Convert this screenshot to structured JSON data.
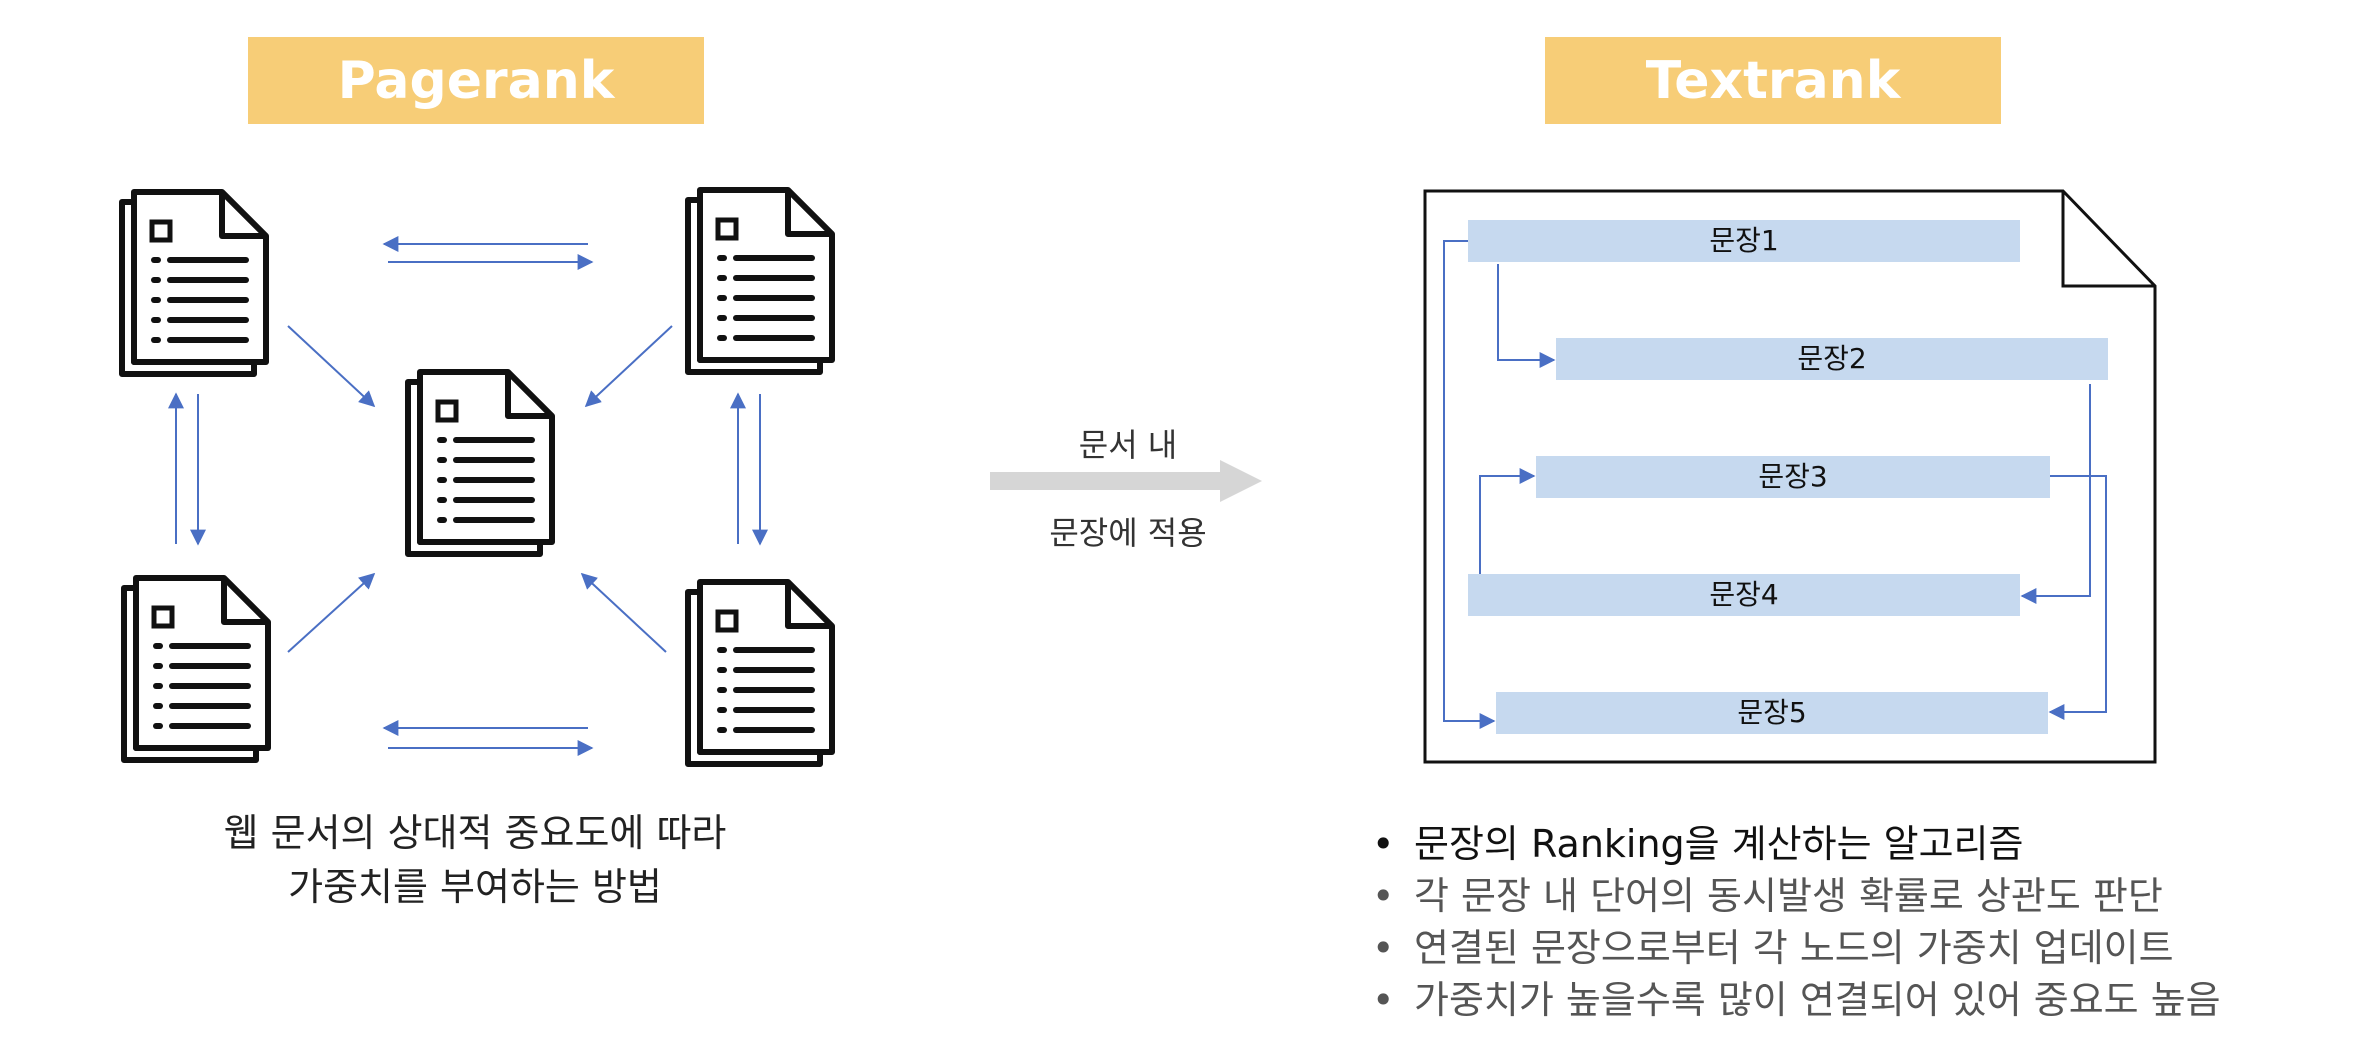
{
  "left": {
    "title": "Pagerank",
    "caption_line1": "웹 문서의 상대적 중요도에 따라",
    "caption_line2": "가중치를 부여하는 방법"
  },
  "middle": {
    "label_line1": "문서 내",
    "label_line2": "문장에 적용"
  },
  "right": {
    "title": "Textrank",
    "sentences": [
      "문장1",
      "문장2",
      "문장3",
      "문장4",
      "문장5"
    ],
    "bullets": [
      "문장의 Ranking을 계산하는 알고리즘",
      "각 문장 내 단어의 동시발생 확률로 상관도 판단",
      "연결된 문장으로부터 각 노드의 가중치 업데이트",
      "가중치가 높을수록 많이 연결되어 있어 중요도 높음"
    ]
  },
  "colors": {
    "banner": "#f7cd77",
    "arrow": "#4a6fc4",
    "sentence_bar": "#c6d9ef",
    "gray_arrow": "#d6d6d6"
  },
  "icons": [
    "document-icon",
    "arrow-right-icon"
  ]
}
